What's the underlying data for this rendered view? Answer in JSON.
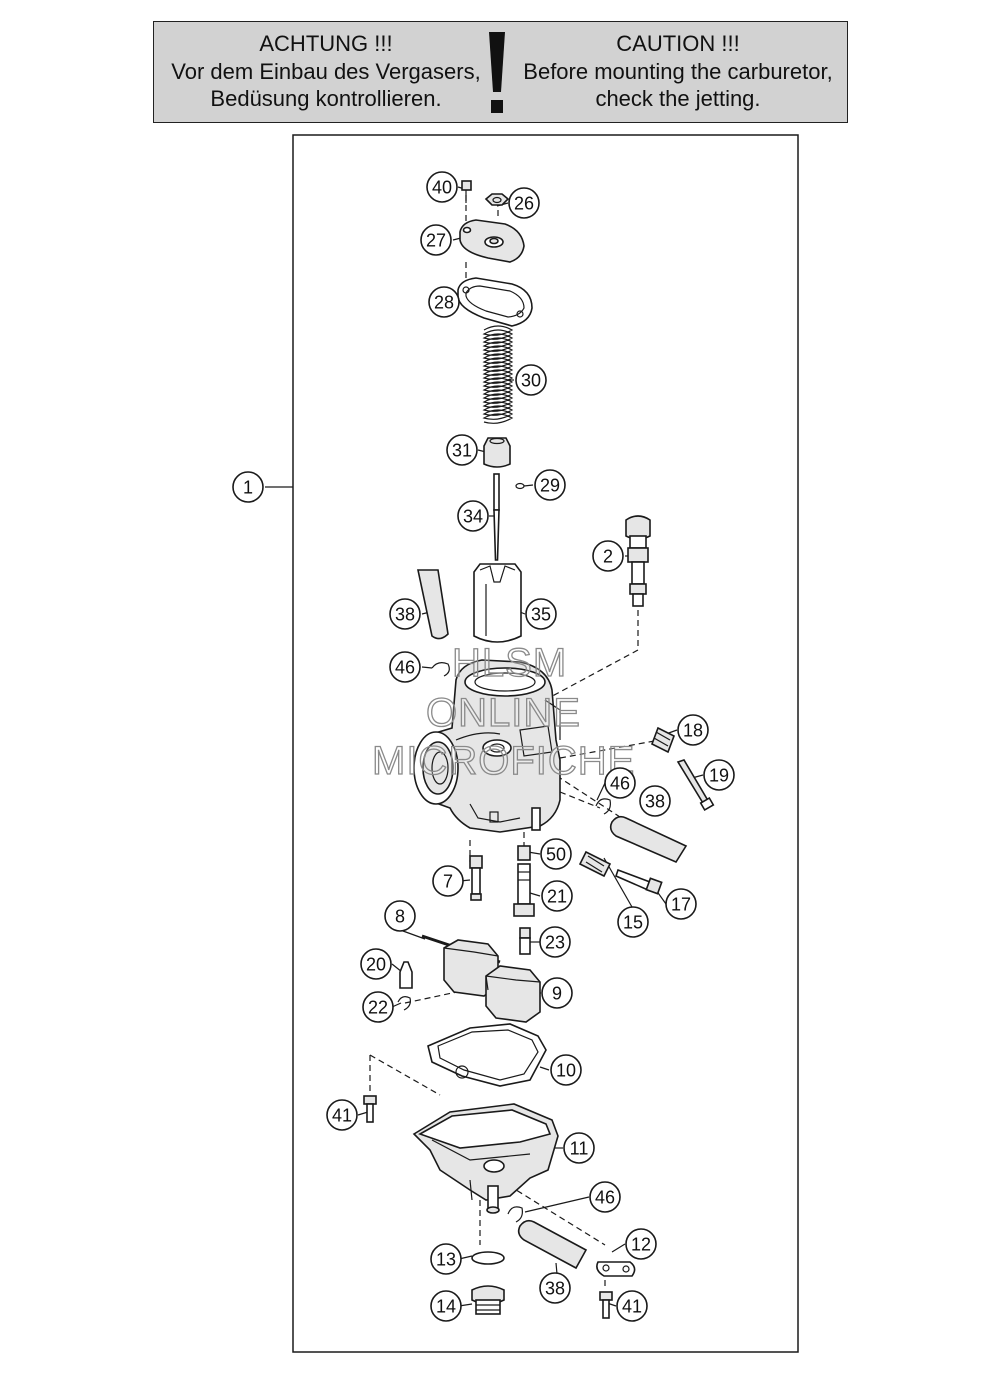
{
  "warning": {
    "de": [
      "ACHTUNG !!!",
      "Vor dem Einbau des Vergasers,",
      "Bedüsung kontrollieren."
    ],
    "en": [
      "CAUTION !!!",
      "Before mounting the carburetor,",
      "check the jetting."
    ]
  },
  "watermark": [
    "HLSM",
    "ONLINE",
    "MICROFICHE"
  ],
  "callouts": [
    {
      "label": "1"
    },
    {
      "label": "2"
    },
    {
      "label": "7"
    },
    {
      "label": "8"
    },
    {
      "label": "9"
    },
    {
      "label": "10"
    },
    {
      "label": "11"
    },
    {
      "label": "12"
    },
    {
      "label": "13"
    },
    {
      "label": "14"
    },
    {
      "label": "15"
    },
    {
      "label": "17"
    },
    {
      "label": "18"
    },
    {
      "label": "19"
    },
    {
      "label": "20"
    },
    {
      "label": "21"
    },
    {
      "label": "22"
    },
    {
      "label": "23"
    },
    {
      "label": "26"
    },
    {
      "label": "27"
    },
    {
      "label": "28"
    },
    {
      "label": "29"
    },
    {
      "label": "30"
    },
    {
      "label": "31"
    },
    {
      "label": "34"
    },
    {
      "label": "35"
    },
    {
      "label": "38"
    },
    {
      "label": "38"
    },
    {
      "label": "38"
    },
    {
      "label": "40"
    },
    {
      "label": "41"
    },
    {
      "label": "41"
    },
    {
      "label": "46"
    },
    {
      "label": "46"
    },
    {
      "label": "46"
    },
    {
      "label": "50"
    }
  ]
}
